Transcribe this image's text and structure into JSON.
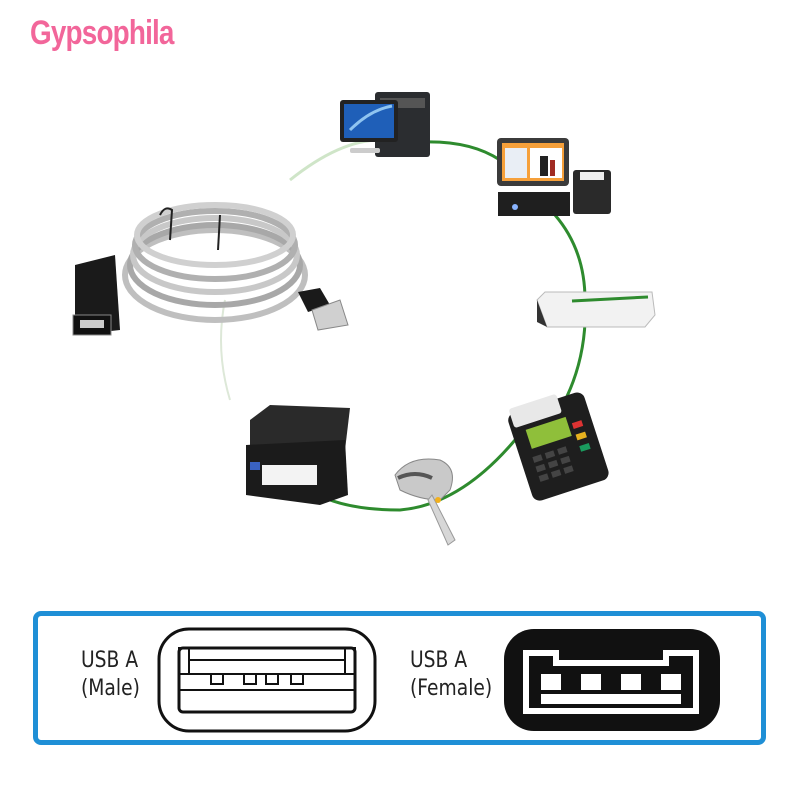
{
  "brand": {
    "name": "Gypsophila",
    "color": "#f2669a"
  },
  "diagram": {
    "ring_color": "#2e8b2e",
    "devices": [
      {
        "id": "desktop-pc"
      },
      {
        "id": "pos-terminal"
      },
      {
        "id": "router"
      },
      {
        "id": "card-payment-terminal"
      },
      {
        "id": "barcode-scanner"
      },
      {
        "id": "label-printer"
      }
    ],
    "product": "usb-extension-cable"
  },
  "connectors": {
    "border_color": "#1f8fd6",
    "male": {
      "line1": "USB A",
      "line2": "(Male)"
    },
    "female": {
      "line1": "USB A",
      "line2": "(Female)"
    }
  }
}
